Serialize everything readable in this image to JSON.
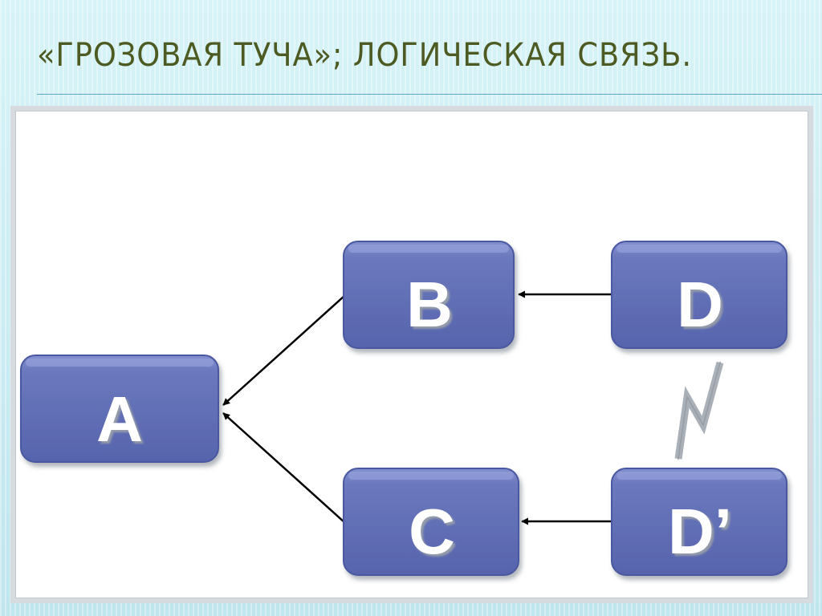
{
  "slide": {
    "title": "«Грозовая туча»; логическая связь."
  },
  "diagram": {
    "nodes": [
      {
        "id": "A",
        "label": "A"
      },
      {
        "id": "B",
        "label": "B"
      },
      {
        "id": "C",
        "label": "C"
      },
      {
        "id": "D",
        "label": "D"
      },
      {
        "id": "D2",
        "label": "D’"
      }
    ],
    "edges": [
      {
        "from": "B",
        "to": "A"
      },
      {
        "from": "C",
        "to": "A"
      },
      {
        "from": "D",
        "to": "B"
      },
      {
        "from": "D2",
        "to": "C"
      },
      {
        "from": "D",
        "to": "D2",
        "style": "lightning",
        "bidirectional": true
      }
    ],
    "colors": {
      "node_fill": "#6674b8",
      "node_border": "#4a58a0",
      "node_highlight": "#8f9bd6",
      "arrow": "#000000",
      "lightning": "#aab0b8"
    }
  }
}
